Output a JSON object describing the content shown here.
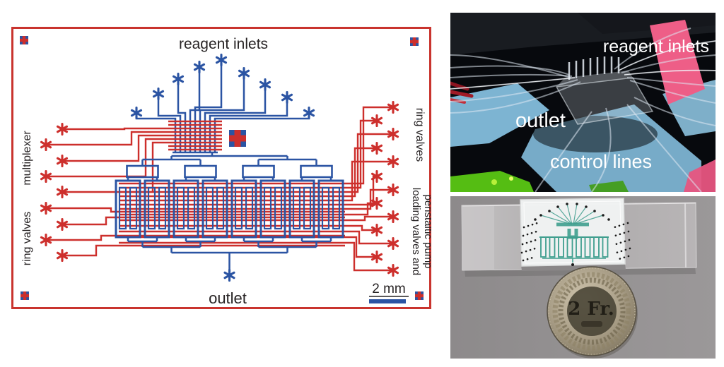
{
  "schematic": {
    "border_color": "#c9342e",
    "control_color": "#cd2f2c",
    "flow_color": "#2b54a3",
    "labels": {
      "reagent_inlets": "reagent inlets",
      "multiplexer": "multiplexer",
      "ring_valves_left": "ring valves",
      "ring_valves_right": "ring valves",
      "loading_valves_line1": "loading valves and",
      "loading_valves_line2": "peristaltic pump",
      "outlet": "outlet",
      "scale_bar": "2 mm"
    }
  },
  "photo_top": {
    "labels": {
      "reagent_inlets": "reagent inlets",
      "outlet": "outlet",
      "control_lines": "control lines"
    },
    "tape_colors": {
      "blue": "#84bedd",
      "pink": "#ee5e87",
      "green": "#55bd13"
    }
  },
  "photo_bottom": {
    "coin_text": "2 Fr.",
    "pattern_color": "#3f9e8e"
  }
}
